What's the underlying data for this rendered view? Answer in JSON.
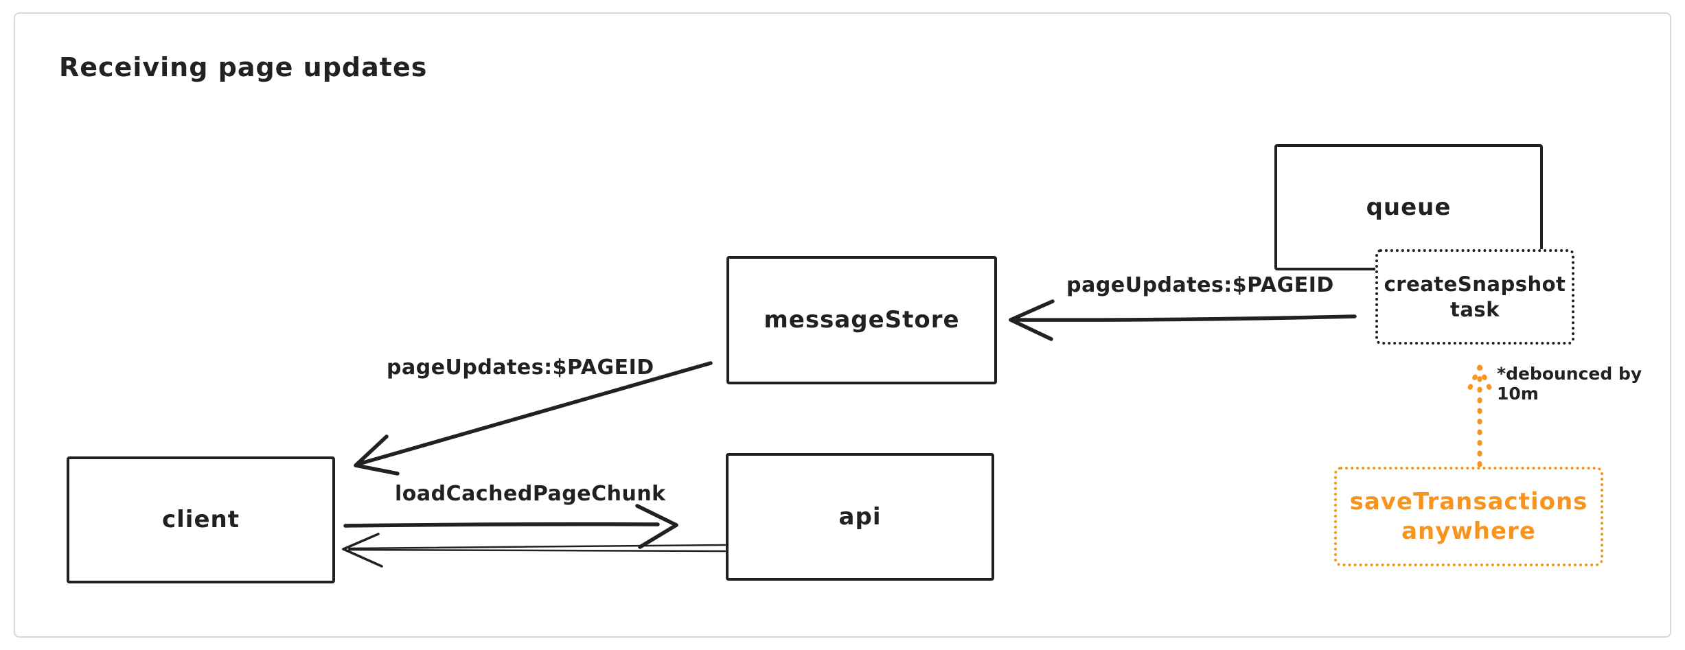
{
  "title": "Receiving page updates",
  "colors": {
    "ink": "#212121",
    "accent": "#f7941d",
    "frame": "#d8d8da",
    "paper": "#ffffff"
  },
  "nodes": {
    "queue": {
      "label": "queue",
      "border": "solid"
    },
    "create_snapshot": {
      "label": "createSnapshot\ntask",
      "border": "dotted"
    },
    "message_store": {
      "label": "messageStore",
      "border": "solid"
    },
    "client": {
      "label": "client",
      "border": "solid"
    },
    "api": {
      "label": "api",
      "border": "solid"
    },
    "save_transactions": {
      "label": "saveTransactions\nanywhere",
      "border": "dotted",
      "color": "#f7941d"
    }
  },
  "edges": {
    "snapshot_to_store": {
      "from": "createSnapshot task",
      "to": "messageStore",
      "label": "pageUpdates:$PAGEID",
      "style": "solid-arrow-left"
    },
    "store_to_client": {
      "from": "messageStore",
      "to": "client",
      "label": "pageUpdates:$PAGEID",
      "style": "solid-arrow-diagonal"
    },
    "client_to_api": {
      "from": "client",
      "to": "api",
      "label": "loadCachedPageChunk",
      "style": "solid-arrow-right"
    },
    "api_to_client": {
      "from": "api",
      "to": "client",
      "label": "",
      "style": "thin-arrow-left"
    },
    "save_to_snapshot": {
      "from": "saveTransactions anywhere",
      "to": "createSnapshot task",
      "label": "",
      "annotation": "*debounced by 10m",
      "style": "dotted-orange-arrow-up"
    }
  }
}
